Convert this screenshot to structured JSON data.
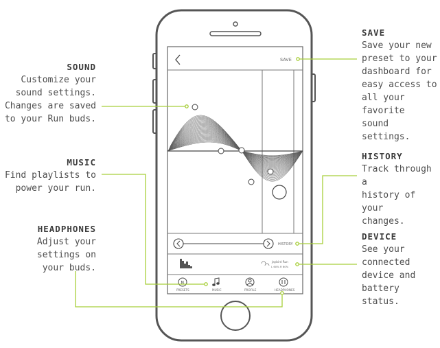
{
  "annotations": {
    "sound": {
      "heading": "SOUND",
      "lines": [
        "Customize your",
        "sound settings.",
        "Changes are saved",
        "to your Run buds."
      ]
    },
    "music": {
      "heading": "MUSIC",
      "lines": [
        "Find playlists to",
        "power your run."
      ]
    },
    "headphones": {
      "heading": "HEADPHONES",
      "lines": [
        "Adjust your",
        "settings on",
        "your buds."
      ]
    },
    "save": {
      "heading": "SAVE",
      "lines": [
        "Save your new",
        "preset to your",
        "dashboard for",
        "easy access to",
        "all your favorite",
        "sound settings."
      ]
    },
    "history": {
      "heading": "HISTORY",
      "lines": [
        "Track through a",
        "history of your",
        "changes."
      ]
    },
    "device": {
      "heading": "DEVICE",
      "lines": [
        "See your",
        "connected",
        "device and",
        "battery status."
      ]
    }
  },
  "app": {
    "save_label": "SAVE",
    "history_label": "HISTORY",
    "device_name": "Jaybird Run",
    "device_status": "L 60% R 60%",
    "nav": [
      "PRESETS",
      "MUSIC",
      "PROFILE",
      "HEADPHONES"
    ]
  },
  "colors": {
    "accent": "#a8cf3a",
    "outline": "#555555"
  }
}
